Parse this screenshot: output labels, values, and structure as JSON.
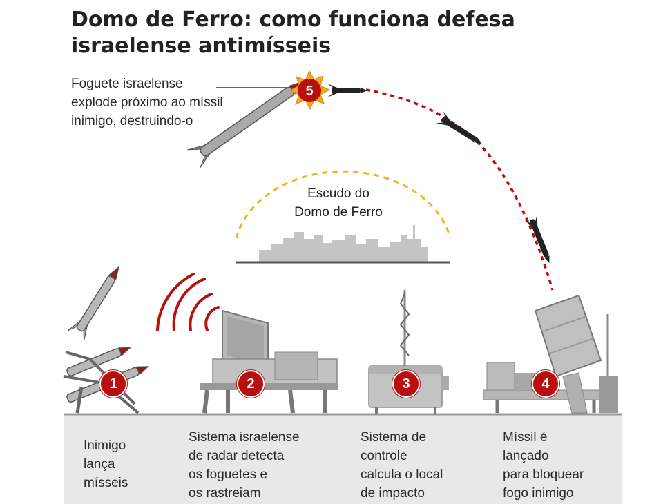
{
  "title": {
    "line1": "Domo de Ferro: como funciona defesa",
    "line2": "israelense antimísseis"
  },
  "callout": {
    "number": "5",
    "line1": "Foguete israelense",
    "line2": "explode próximo ao míssil",
    "line3": "inimigo, destruindo-o"
  },
  "shield": {
    "line1": "Escudo do",
    "line2": "Domo de Ferro"
  },
  "steps": [
    {
      "number": "1",
      "lines": [
        "Inimigo",
        "lança",
        "mísseis"
      ]
    },
    {
      "number": "2",
      "lines": [
        "Sistema israelense",
        "de radar detecta",
        "os foguetes e",
        "os rastreiam"
      ]
    },
    {
      "number": "3",
      "lines": [
        "Sistema de",
        "controle",
        "calcula o local",
        "de impacto"
      ]
    },
    {
      "number": "4",
      "lines": [
        "Míssil é",
        "lançado",
        "para bloquear",
        "fogo inimigo"
      ]
    }
  ],
  "colors": {
    "accent_red": "#b80f0f",
    "trajectory_red": "#b80f0f",
    "shield_yellow": "#f2b321",
    "equipment_grey": "#b8b8b8",
    "ground_grey": "#e8e8e8",
    "explosion_orange": "#f5a623"
  }
}
